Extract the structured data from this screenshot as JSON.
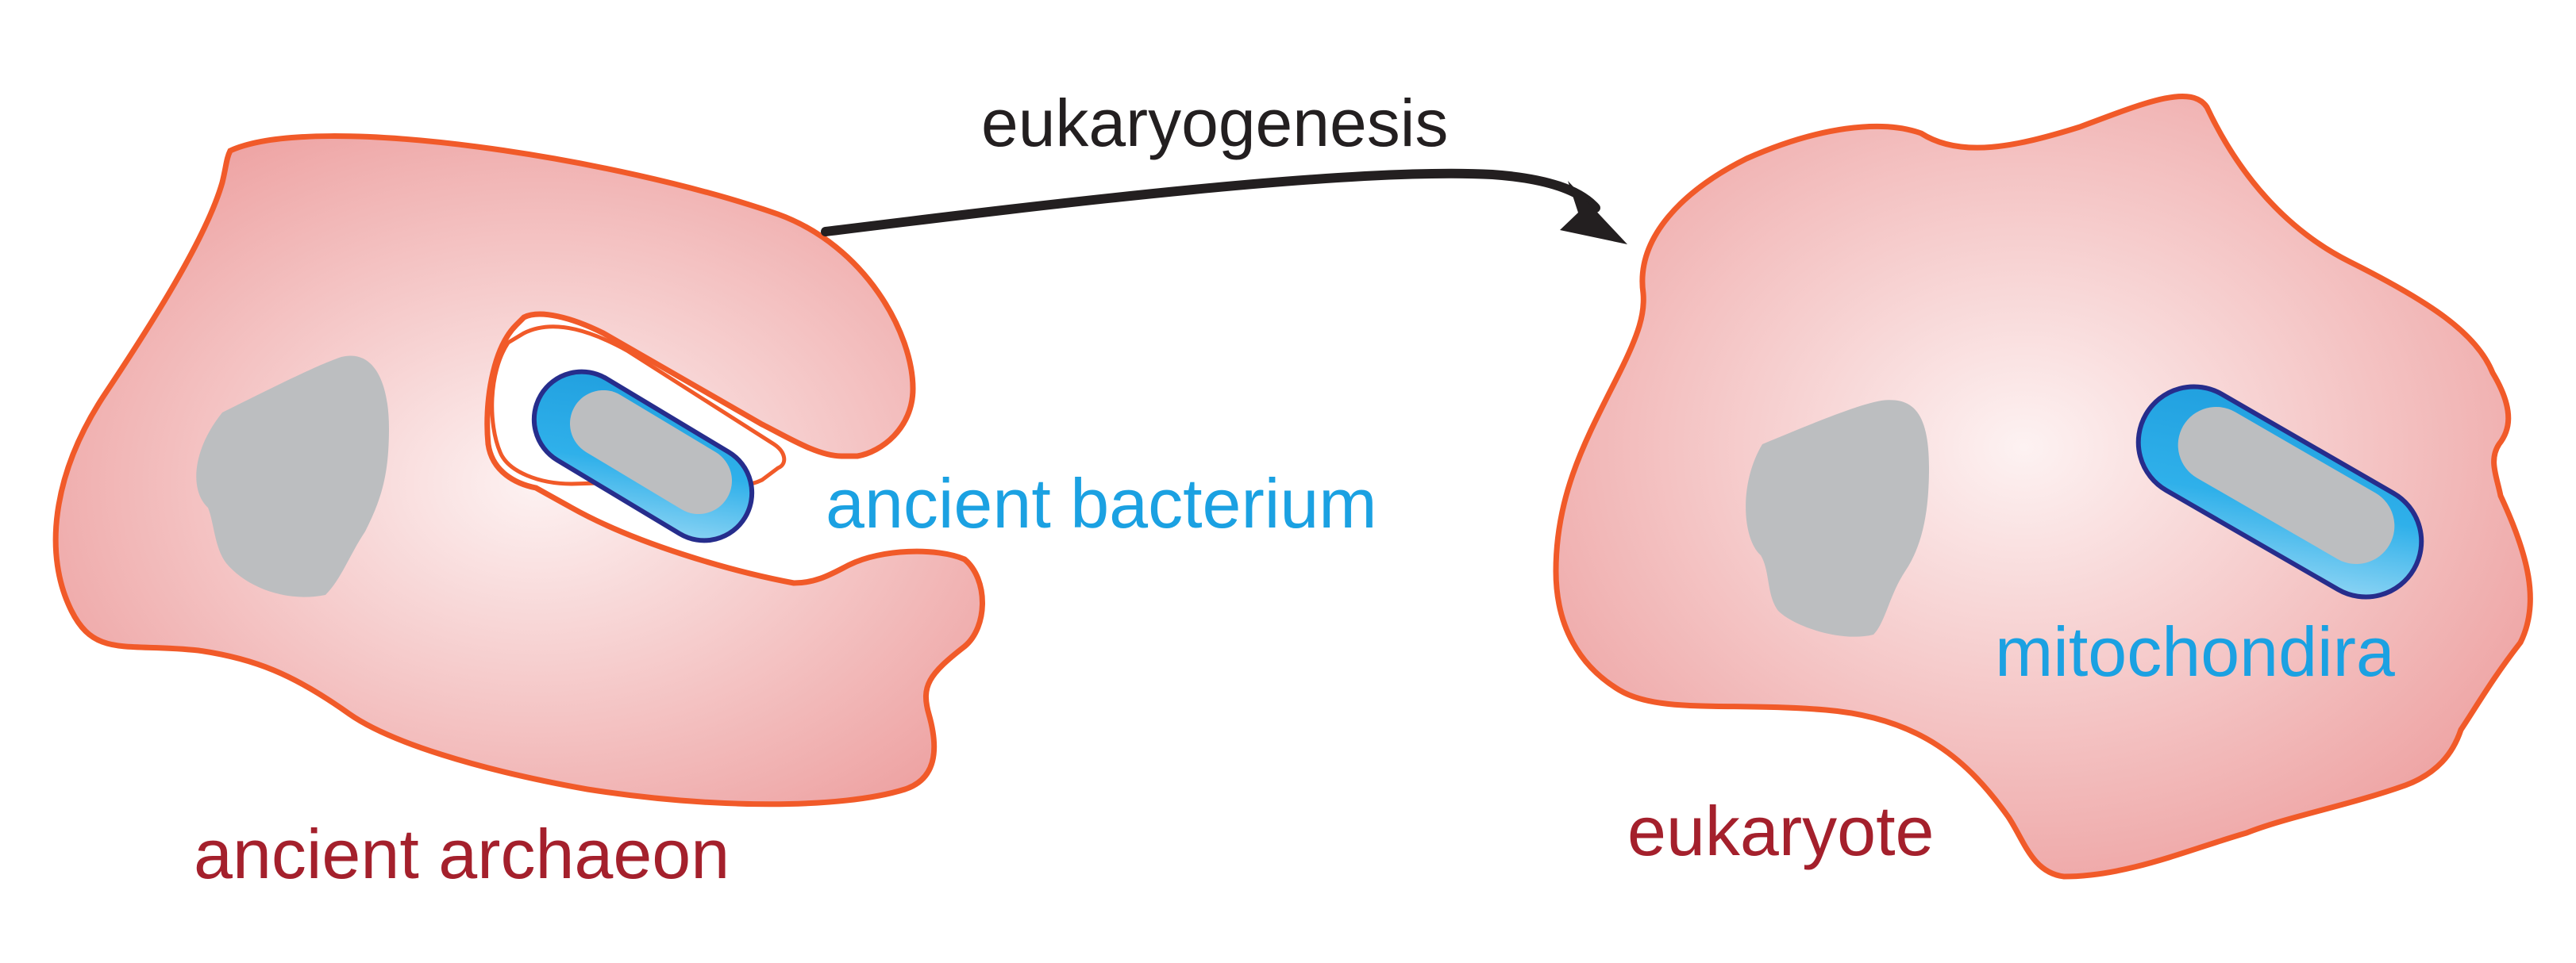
{
  "labels": {
    "process": "eukaryogenesis",
    "ancient_bacterium": "ancient bacterium",
    "ancient_archaeon": "ancient archaeon",
    "mitochondria": "mitochondira",
    "eukaryote": "eukaryote"
  },
  "colors": {
    "cell_outline": "#f15a29",
    "cell_fill_center": "#fdf2f2",
    "cell_fill_edge": "#eea4a4",
    "nucleus": "#bcbec0",
    "bacterium_outline": "#262d8c",
    "bacterium_fill": "#1f9ede",
    "bacterium_highlight": "#9ad9f5",
    "label_blue": "#1ba1e2",
    "label_red": "#a4202c",
    "arrow": "#231f20"
  }
}
